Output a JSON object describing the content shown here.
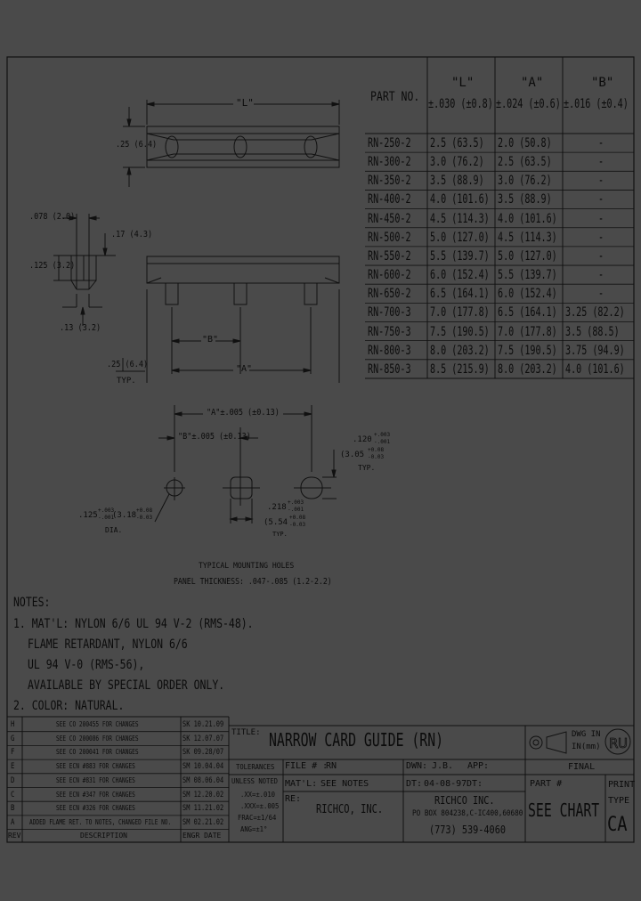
{
  "table": {
    "part_header": "PART NO.",
    "l_header": "\"L\"",
    "l_tol": "±.030 (±0.8)",
    "a_header": "\"A\"",
    "a_tol": "±.024 (±0.6)",
    "b_header": "\"B\"",
    "b_tol": "±.016 (±0.4)",
    "rows": [
      {
        "part": "RN-250-2",
        "l": "2.5 (63.5)",
        "a": "2.0 (50.8)",
        "b": "-"
      },
      {
        "part": "RN-300-2",
        "l": "3.0 (76.2)",
        "a": "2.5 (63.5)",
        "b": "-"
      },
      {
        "part": "RN-350-2",
        "l": "3.5 (88.9)",
        "a": "3.0 (76.2)",
        "b": "-"
      },
      {
        "part": "RN-400-2",
        "l": "4.0 (101.6)",
        "a": "3.5 (88.9)",
        "b": "-"
      },
      {
        "part": "RN-450-2",
        "l": "4.5 (114.3)",
        "a": "4.0 (101.6)",
        "b": "-"
      },
      {
        "part": "RN-500-2",
        "l": "5.0 (127.0)",
        "a": "4.5 (114.3)",
        "b": "-"
      },
      {
        "part": "RN-550-2",
        "l": "5.5 (139.7)",
        "a": "5.0 (127.0)",
        "b": "-"
      },
      {
        "part": "RN-600-2",
        "l": "6.0 (152.4)",
        "a": "5.5 (139.7)",
        "b": "-"
      },
      {
        "part": "RN-650-2",
        "l": "6.5 (164.1)",
        "a": "6.0 (152.4)",
        "b": "-"
      },
      {
        "part": "RN-700-3",
        "l": "7.0 (177.8)",
        "a": "6.5 (164.1)",
        "b": "3.25 (82.2)"
      },
      {
        "part": "RN-750-3",
        "l": "7.5 (190.5)",
        "a": "7.0 (177.8)",
        "b": "3.5 (88.5)"
      },
      {
        "part": "RN-800-3",
        "l": "8.0 (203.2)",
        "a": "7.5 (190.5)",
        "b": "3.75 (94.9)"
      },
      {
        "part": "RN-850-3",
        "l": "8.5 (215.9)",
        "a": "8.0 (203.2)",
        "b": "4.0 (101.6)"
      }
    ]
  },
  "dims": {
    "top_l": "\"L\"",
    "top_h": ".25 (6.4)",
    "pin_w": ".078 (2.0)",
    "pin_h1": ".17 (4.3)",
    "pin_h2": ".125 (3.2)",
    "pin_h3": ".13 (3.2)",
    "front_b": "\"B\"",
    "front_a": "\"A\"",
    "front_h": ".25 (6.4)",
    "front_typ": "TYP.",
    "holes_a": "\"A\"±.005 (±0.13)",
    "holes_b": "\"B\"±.005 (±0.13)",
    "slot_dim": ".120",
    "slot_tol_plus": "+.003",
    "slot_tol_minus": "-.001",
    "slot_mm": "(3.05",
    "slot_mm_plus": "+0.08",
    "slot_mm_minus": "-0.03",
    "slot_typ": "TYP.",
    "dia_dim": ".125",
    "dia_tol_plus": "+.003",
    "dia_tol_minus": "-.001",
    "dia_mm": "(3.18",
    "dia_mm_plus": "+0.08",
    "dia_mm_minus": "-0.03",
    "dia_label": "DIA.",
    "sq_dim": ".218",
    "sq_tol_plus": "+.003",
    "sq_tol_minus": "-.001",
    "sq_mm": "(5.54",
    "sq_mm_plus": "+0.08",
    "sq_mm_minus": "-0.03",
    "sq_typ": "TYP.",
    "caption1": "TYPICAL MOUNTING HOLES",
    "caption2": "PANEL THICKNESS: .047-.085 (1.2-2.2)"
  },
  "notes": {
    "title": "NOTES:",
    "lines": [
      "1. MAT'L: NYLON 6/6 UL 94 V-2 (RMS-48).",
      "FLAME RETARDANT, NYLON 6/6",
      "UL 94 V-0 (RMS-56),",
      "AVAILABLE BY SPECIAL ORDER ONLY.",
      "2. COLOR: NATURAL."
    ]
  },
  "revisions": [
    {
      "rev": "H",
      "desc": "SEE CO 200455 FOR CHANGES",
      "by": "SK 10.21.09"
    },
    {
      "rev": "G",
      "desc": "SEE CO 200086 FOR CHANGES",
      "by": "SK 12.07.07"
    },
    {
      "rev": "F",
      "desc": "SEE CO 200041 FOR CHANGES",
      "by": "SK 09.28/07"
    },
    {
      "rev": "E",
      "desc": "SEE ECN #883 FOR CHANGES",
      "by": "SM 10.04.04"
    },
    {
      "rev": "D",
      "desc": "SEE ECN #831 FOR CHANGES",
      "by": "SM 08.06.04"
    },
    {
      "rev": "C",
      "desc": "SEE ECN #347 FOR CHANGES",
      "by": "SM 12.20.02"
    },
    {
      "rev": "B",
      "desc": "SEE ECN #326 FOR CHANGES",
      "by": "SM 11.21.02"
    },
    {
      "rev": "A",
      "desc": "ADDED FLAME RET. TO NOTES, CHANGED FILE NO.",
      "by": "SM 02.21.02"
    }
  ],
  "rev_header": {
    "rev": "REV",
    "desc": "DESCRIPTION",
    "by": "ENGR DATE"
  },
  "title_block": {
    "title_label": "TITLE:",
    "title": "NARROW CARD GUIDE (RN)",
    "dwg_label1": "DWG IN",
    "dwg_label2": "IN(mm)",
    "tol_1": "TOLERANCES",
    "tol_2": "UNLESS NOTED",
    "tol_3": ".XX=±.010",
    "tol_4": ".XXX=±.005",
    "tol_5": "FRAC=±1/64",
    "tol_6": "ANG=±1°",
    "file_label": "FILE # :",
    "file": "RN",
    "matl_label": "MAT'L:",
    "matl": "SEE NOTES",
    "re_label": "RE:",
    "re": "RICHCO, INC.",
    "dwn_label": "DWN:",
    "dwn": "J.B.",
    "app_label": "APP:",
    "dt_label": "DT:",
    "dt": "04-08-97",
    "dt2_label": "DT:",
    "company": "RICHCO INC.",
    "address": "PO BOX 804238,C-IC400,60680",
    "phone": "(773) 539-4060",
    "final": "FINAL",
    "part_label": "PART #",
    "part": "SEE CHART",
    "print_label": "PRINT",
    "type_label": "TYPE",
    "type": "CA"
  }
}
